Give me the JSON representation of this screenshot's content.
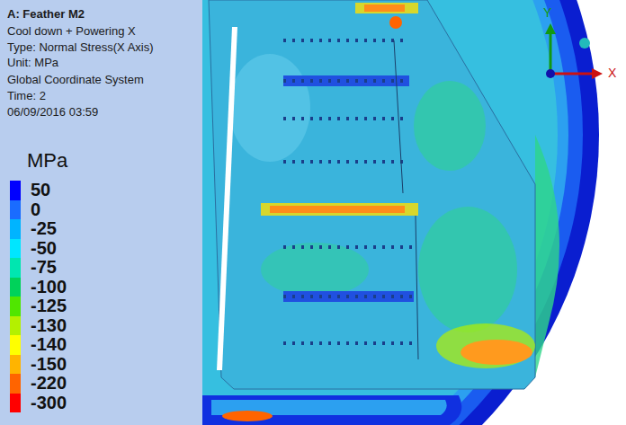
{
  "diagram": {
    "title": "A: Feather M2",
    "labels": [
      "Cool down + Powering X",
      "Type: Normal Stress(X Axis)",
      "Unit: MPa",
      "Global Coordinate System",
      "Time: 2",
      "06/09/2016 03:59",
      "MPa",
      "Y",
      "X"
    ],
    "legend": [
      {
        "text": "50",
        "color": "#0000ff"
      },
      {
        "text": "0",
        "color": "#1a6cff"
      },
      {
        "text": "-25",
        "color": "#00b4ff"
      },
      {
        "text": "-50",
        "color": "#00e6ff"
      },
      {
        "text": "-75",
        "color": "#00e6b0"
      },
      {
        "text": "-100",
        "color": "#00d25a"
      },
      {
        "text": "-125",
        "color": "#50e600"
      },
      {
        "text": "-130",
        "color": "#b4f000"
      },
      {
        "text": "-140",
        "color": "#ffff00"
      },
      {
        "text": "-150",
        "color": "#ffb400"
      },
      {
        "text": "-220",
        "color": "#ff6400"
      },
      {
        "text": "-300",
        "color": "#ff0000"
      }
    ]
  }
}
